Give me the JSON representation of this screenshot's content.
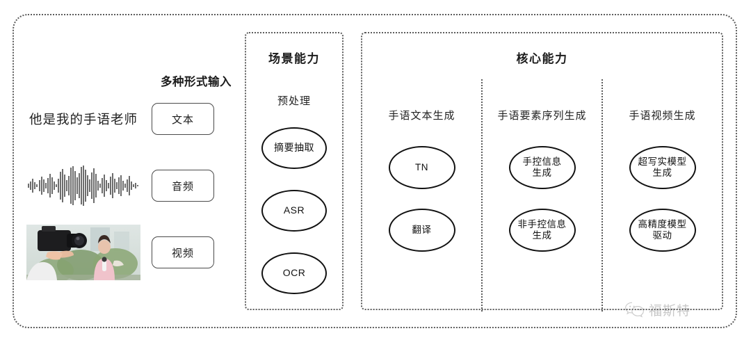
{
  "frame": {
    "border_color": "#5c5c5c"
  },
  "input_section": {
    "title": "多种形式输入",
    "rows": [
      {
        "sample_kind": "text",
        "sample_text": "他是我的手语老师",
        "chip_label": "文本"
      },
      {
        "sample_kind": "waveform",
        "sample_text": "",
        "chip_label": "音频"
      },
      {
        "sample_kind": "thumbnail",
        "sample_text": "",
        "chip_label": "视频"
      }
    ]
  },
  "scene_panel": {
    "title": "场景能力",
    "sub_label": "预处理",
    "nodes": [
      "摘要抽取",
      "ASR",
      "OCR"
    ]
  },
  "core_panel": {
    "title": "核心能力",
    "columns": [
      {
        "label": "手语文本生成",
        "nodes": [
          "TN",
          "翻译"
        ]
      },
      {
        "label": "手语要素序列生成",
        "nodes": [
          "手控信息\n生成",
          "非手控信息\n生成"
        ]
      },
      {
        "label": "手语视频生成",
        "nodes": [
          "超写实模型\n生成",
          "高精度模型\n驱动"
        ]
      }
    ]
  },
  "watermark": {
    "icon": "wechat-icon",
    "text": "福斯特"
  }
}
